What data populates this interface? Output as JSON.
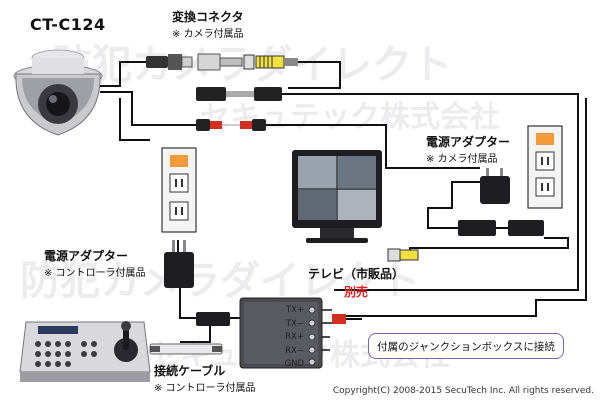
{
  "watermarks": [
    "防犯カメラダイレクト",
    "セキュテック株式会社",
    "防犯カメラダイレクト",
    "セキュテック株式会社"
  ],
  "camera": {
    "model": "CT-C124"
  },
  "converter": {
    "title": "変換コネクタ",
    "note": "※ カメラ付属品"
  },
  "adapter_camera": {
    "title": "電源アダプター",
    "note": "※ カメラ付属品"
  },
  "adapter_controller": {
    "title": "電源アダプター",
    "note": "※ コントローラ付属品"
  },
  "tv": {
    "label": "テレビ（市販品）",
    "note": "別売"
  },
  "junction_box": {
    "terminals": [
      "TX+",
      "TX−",
      "RX+",
      "RX−",
      "GND"
    ]
  },
  "cable": {
    "title": "接続ケーブル",
    "note": "※ コントローラ付属品"
  },
  "callout": {
    "text": "付属のジャンクションボックスに接続"
  },
  "copyright": "Copyright(C) 2008-2015 SecuTech Inc. All rights reserved.",
  "colors": {
    "wire": "#111111",
    "coax_connector": "#333333",
    "rca_yellow": "#f0e040",
    "rca_plug_red": "#d03020",
    "outlet_orange": "#f39a3a",
    "callout_border": "#6b6bb8",
    "tv_note": "#e02020"
  }
}
